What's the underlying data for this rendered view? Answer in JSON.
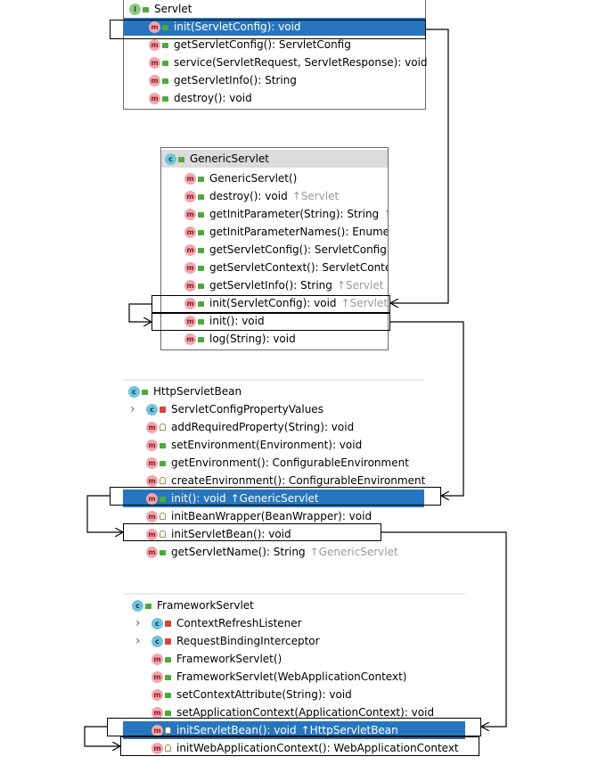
{
  "servlet": {
    "title": "Servlet",
    "items": [
      {
        "badge": "m",
        "vis": "pub",
        "text": "init(ServletConfig): void",
        "selected": true
      },
      {
        "badge": "m",
        "vis": "pub",
        "text": "getServletConfig(): ServletConfig"
      },
      {
        "badge": "m",
        "vis": "pub",
        "text": "service(ServletRequest, ServletResponse): void"
      },
      {
        "badge": "m",
        "vis": "pub",
        "text": "getServletInfo(): String"
      },
      {
        "badge": "m",
        "vis": "pub",
        "text": "destroy(): void"
      }
    ]
  },
  "generic_servlet": {
    "title": "GenericServlet",
    "items": [
      {
        "badge": "m",
        "vis": "pub",
        "text": "GenericServlet()",
        "inherited": ""
      },
      {
        "badge": "m",
        "vis": "pub",
        "text": "destroy(): void",
        "inherited": "↑Servlet"
      },
      {
        "badge": "m",
        "vis": "pub",
        "text": "getInitParameter(String): String",
        "inherited": "↑S"
      },
      {
        "badge": "m",
        "vis": "pub",
        "text": "getInitParameterNames(): Enumer",
        "inherited": ""
      },
      {
        "badge": "m",
        "vis": "pub",
        "text": "getServletConfig(): ServletConfig",
        "inherited": "↑"
      },
      {
        "badge": "m",
        "vis": "pub",
        "text": "getServletContext(): ServletContex",
        "inherited": ""
      },
      {
        "badge": "m",
        "vis": "pub",
        "text": "getServletInfo(): String",
        "inherited": "↑Servlet"
      },
      {
        "badge": "m",
        "vis": "pub",
        "text": "init(ServletConfig): void",
        "inherited": "↑Servlet"
      },
      {
        "badge": "m",
        "vis": "pub",
        "text": "init(): void",
        "inherited": ""
      },
      {
        "badge": "m",
        "vis": "pub",
        "text": "log(String): void",
        "inherited": ""
      }
    ]
  },
  "http_servlet_bean": {
    "title": "HttpServletBean",
    "items": [
      {
        "badge": "c",
        "vis": "priv",
        "text": "ServletConfigPropertyValues",
        "expandable": true,
        "inherited": ""
      },
      {
        "badge": "m",
        "vis": "prot",
        "text": "addRequiredProperty(String): void",
        "inherited": ""
      },
      {
        "badge": "m",
        "vis": "pub",
        "text": "setEnvironment(Environment): void",
        "inherited": ""
      },
      {
        "badge": "m",
        "vis": "pub",
        "text": "getEnvironment(): ConfigurableEnvironment",
        "inherited": ""
      },
      {
        "badge": "m",
        "vis": "prot",
        "text": "createEnvironment(): ConfigurableEnvironment",
        "inherited": ""
      },
      {
        "badge": "m",
        "vis": "pub",
        "text": "init(): void",
        "inherited": "↑GenericServlet",
        "selected": true
      },
      {
        "badge": "m",
        "vis": "prot",
        "text": "initBeanWrapper(BeanWrapper): void",
        "inherited": ""
      },
      {
        "badge": "m",
        "vis": "prot",
        "text": "initServletBean(): void",
        "inherited": ""
      },
      {
        "badge": "m",
        "vis": "pub",
        "text": "getServletName(): String",
        "inherited": "↑GenericServlet"
      }
    ]
  },
  "framework_servlet": {
    "title": "FrameworkServlet",
    "items": [
      {
        "badge": "c",
        "vis": "priv",
        "text": "ContextRefreshListener",
        "expandable": true,
        "inherited": ""
      },
      {
        "badge": "c",
        "vis": "priv",
        "text": "RequestBindingInterceptor",
        "expandable": true,
        "inherited": ""
      },
      {
        "badge": "m",
        "vis": "pub",
        "text": "FrameworkServlet()",
        "inherited": ""
      },
      {
        "badge": "m",
        "vis": "pub",
        "text": "FrameworkServlet(WebApplicationContext)",
        "inherited": ""
      },
      {
        "badge": "m",
        "vis": "pub",
        "text": "setContextAttribute(String): void",
        "inherited": ""
      },
      {
        "badge": "m",
        "vis": "pub",
        "text": "setApplicationContext(ApplicationContext): void",
        "inherited": ""
      },
      {
        "badge": "m",
        "vis": "prot",
        "text": "initServletBean(): void",
        "inherited": "↑HttpServletBean",
        "selected": true
      },
      {
        "badge": "m",
        "vis": "prot",
        "text": "initWebApplicationContext(): WebApplicationContext",
        "inherited": ""
      }
    ]
  },
  "badges": {
    "m": "m",
    "c": "c",
    "i": "I"
  },
  "colors": {
    "selection": "#2675bf",
    "method_badge": "#f0a6ab",
    "class_badge": "#72c3dd",
    "interface_badge": "#8fc985",
    "inherited_text": "#9a9a9a"
  }
}
